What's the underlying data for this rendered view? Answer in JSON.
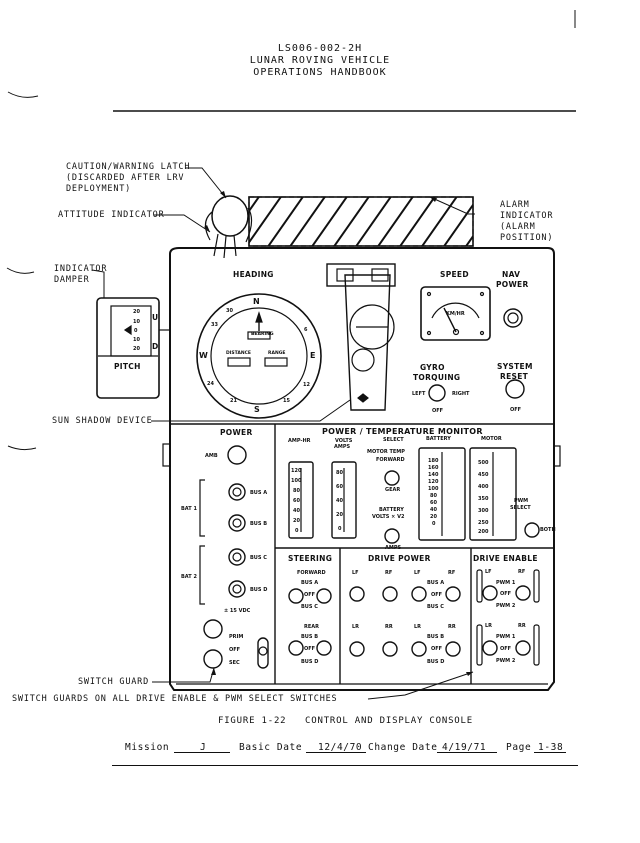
{
  "header": {
    "doc_number": "LS006-002-2H",
    "title": "LUNAR ROVING VEHICLE",
    "subtitle": "OPERATIONS HANDBOOK"
  },
  "callouts": {
    "caution_latch": [
      "CAUTION/WARNING LATCH",
      "(DISCARDED AFTER LRV",
      "DEPLOYMENT)"
    ],
    "attitude_indicator": "ATTITUDE INDICATOR",
    "indicator_damper": [
      "INDICATOR",
      "DAMPER"
    ],
    "alarm_indicator": [
      "ALARM",
      "INDICATOR",
      "(ALARM",
      "POSITION)"
    ],
    "sun_shadow": "SUN SHADOW DEVICE",
    "switch_guard": "SWITCH GUARD",
    "switch_guards_all": "SWITCH GUARDS ON ALL DRIVE ENABLE & PWM SELECT SWITCHES"
  },
  "panel": {
    "heading": "HEADING",
    "speed": "SPEED",
    "nav_power": [
      "NAV",
      "POWER"
    ],
    "pitch": "PITCH",
    "bearing": "BEARING",
    "distance": "DISTANCE",
    "range": "RANGE",
    "gyro_torquing": [
      "GYRO",
      "TORQUING"
    ],
    "system_reset": [
      "SYSTEM",
      "RESET"
    ],
    "left": "LEFT",
    "right": "RIGHT",
    "off": "OFF",
    "km_hr": "KM/HR",
    "compass": [
      "N",
      "E",
      "S",
      "W",
      "30",
      "33",
      "6",
      "12",
      "15",
      "21",
      "24"
    ],
    "pitch_scale": [
      "20",
      "10",
      "0",
      "10",
      "20"
    ],
    "pitch_u": "U",
    "pitch_d": "D",
    "power": "POWER",
    "amb": "AMB",
    "bus_a": "BUS A",
    "bus_b": "BUS B",
    "bus_c": "BUS C",
    "bus_d": "BUS D",
    "bat1": "BAT 1",
    "bat2": "BAT 2",
    "vdc": "± 15 VDC",
    "prim": "PRIM",
    "sec": "SEC",
    "ptm_title": "POWER / TEMPERATURE MONITOR",
    "amp_hr": "AMP-HR",
    "volts": "VOLTS",
    "amps": "AMPS",
    "select": "SELECT",
    "motor_temp": "MOTOR TEMP",
    "forward": "FORWARD",
    "gear": "GEAR",
    "battery": "BATTERY",
    "motor": "MOTOR",
    "battery_volts": [
      "BATTERY",
      "VOLTS × V2"
    ],
    "pwm_select": [
      "PWM",
      "SELECT"
    ],
    "both": "BOTH",
    "steering": "STEERING",
    "drive_power": "DRIVE POWER",
    "drive_enable": "DRIVE ENABLE",
    "rear": "REAR",
    "lf": "LF",
    "rf": "RF",
    "lr": "LR",
    "rr": "RR",
    "pwm1": "PWM 1",
    "pwm2": "PWM 2",
    "amp_hr_scale": [
      "120",
      "100",
      "80",
      "60",
      "40",
      "20",
      "0"
    ],
    "volts_scale": [
      "80",
      "60",
      "40",
      "20",
      "0"
    ],
    "temp_scale": [
      "180",
      "160",
      "140",
      "120",
      "100",
      "80",
      "60",
      "40",
      "20",
      "0"
    ],
    "motor_scale": [
      "500",
      "450",
      "400",
      "350",
      "300",
      "250",
      "200"
    ]
  },
  "caption": "FIGURE 1-22   CONTROL AND DISPLAY CONSOLE",
  "footer": {
    "mission_label": "Mission",
    "mission_value": "J",
    "basic_date_label": "Basic Date",
    "basic_date_value": "12/4/70",
    "change_date_label": "Change Date",
    "change_date_value": "4/19/71",
    "page_label": "Page",
    "page_value": "1-38"
  }
}
